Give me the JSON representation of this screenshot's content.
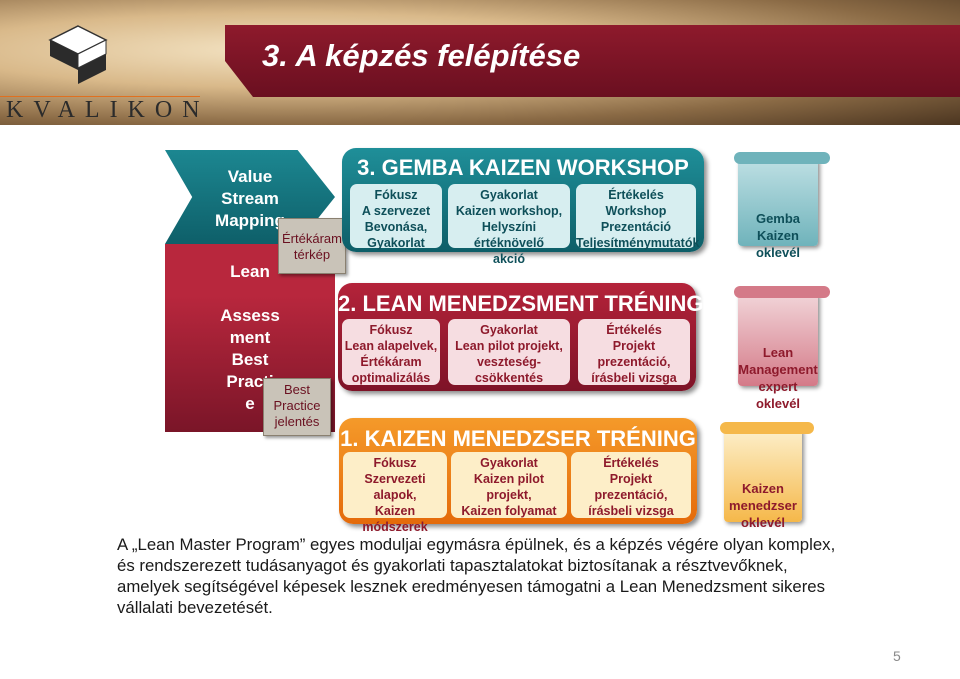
{
  "header": {
    "title": "3. A képzés felépítése",
    "logo_text": "KVALIKON"
  },
  "left": {
    "value_stream": "Value\nStream\nMapping",
    "lean": "Lean",
    "assessment": "Assess\nment\nBest\nPracti\ne",
    "value_map_note": "Értékáram\ntérkép",
    "best_practice_note": "Best\nPractice\njelentés"
  },
  "modules": [
    {
      "title": "3. GEMBA KAIZEN WORKSHOP",
      "cards": [
        "Fókusz\nA szervezet\nBevonása,\nGyakorlat",
        "Gyakorlat\nKaizen workshop,\nHelyszíni értéknövelő\nakció",
        "Értékelés\nWorkshop\nPrezentáció\nTeljesítménymutatók"
      ]
    },
    {
      "title": "2. LEAN MENEDZSMENT TRÉNING",
      "cards": [
        "Fókusz\nLean alapelvek,\nÉrtékáram\noptimalizálás",
        "Gyakorlat\nLean pilot projekt,\nveszteség-\ncsökkentés",
        "Értékelés\nProjekt\nprezentáció,\nírásbeli vizsga"
      ]
    },
    {
      "title": "1. KAIZEN MENEDZSER TRÉNING",
      "cards": [
        "Fókusz\nSzervezeti alapok,\nKaizen\nmódszerek",
        "Gyakorlat\nKaizen pilot\nprojekt,\nKaizen folyamat",
        "Értékelés\nProjekt\nprezentáció,\nírásbeli vizsga"
      ]
    }
  ],
  "certificates": [
    "Gemba\nKaizen\noklevél",
    "Lean\nManagement\nexpert\noklevél",
    "Kaizen\nmenedzser\noklevél"
  ],
  "body_text": "A „Lean Master Program” egyes moduljai egymásra épülnek, és a képzés végére olyan komplex, és rendszerezett tudásanyagot és gyakorlati tapasztalatokat biztosítanak a résztvevőknek, amelyek segítségével képesek lesznek eredményesen támogatni a Lean Menedzsment sikeres vállalati bevezetését.",
  "page_number": "5",
  "colors": {
    "teal": "#1c8791",
    "maroon": "#8e1a2c",
    "orange": "#f07a10",
    "cream": "#fdeec8"
  }
}
